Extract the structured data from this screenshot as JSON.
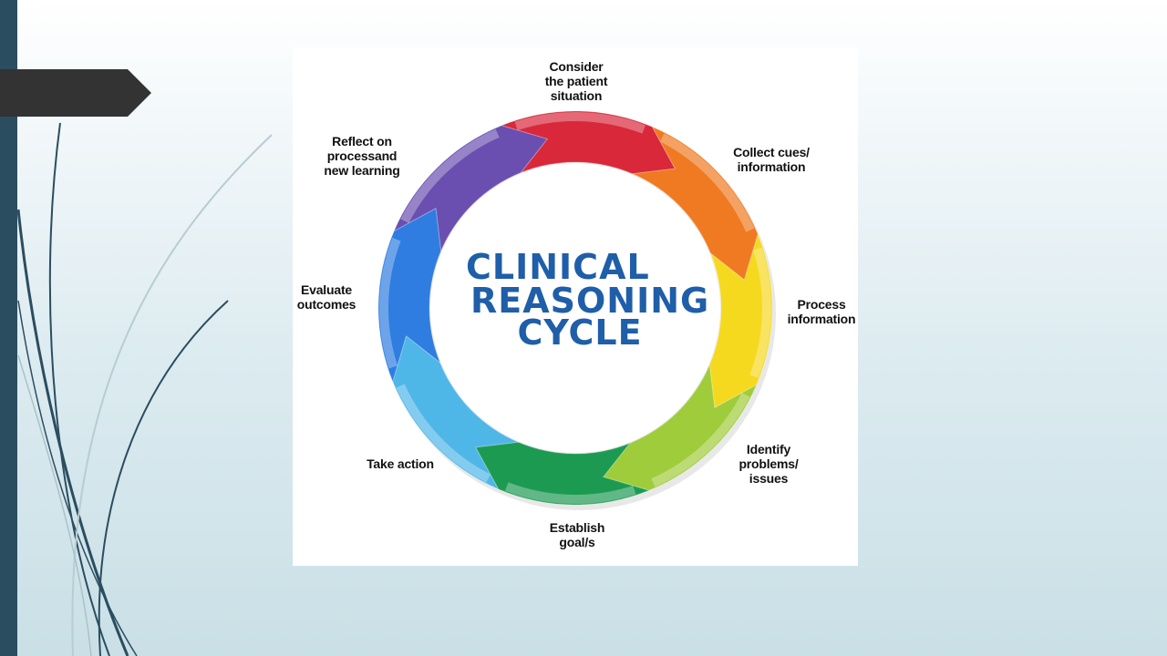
{
  "slide": {
    "colors": {
      "left_bar": "#2b4d60",
      "flag": "#333333",
      "title_blue": "#1f5ea8"
    }
  },
  "diagram": {
    "title_lines": [
      "CLINICAL",
      "REASONING",
      "CYCLE"
    ],
    "stages": [
      {
        "label": "Consider\nthe patient\nsituation",
        "color": "#d8283a"
      },
      {
        "label": "Collect cues/\ninformation",
        "color": "#f07a22"
      },
      {
        "label": "Process\ninformation",
        "color": "#f5d91f"
      },
      {
        "label": "Identify\nproblems/\nissues",
        "color": "#9fcc3a"
      },
      {
        "label": "Establish\ngoal/s",
        "color": "#1d9a52"
      },
      {
        "label": "Take action",
        "color": "#4fb6e8"
      },
      {
        "label": "Evaluate\noutcomes",
        "color": "#2f7de0"
      },
      {
        "label": "Reflect on\nprocessand\nnew learning",
        "color": "#6a4fb0"
      }
    ]
  }
}
